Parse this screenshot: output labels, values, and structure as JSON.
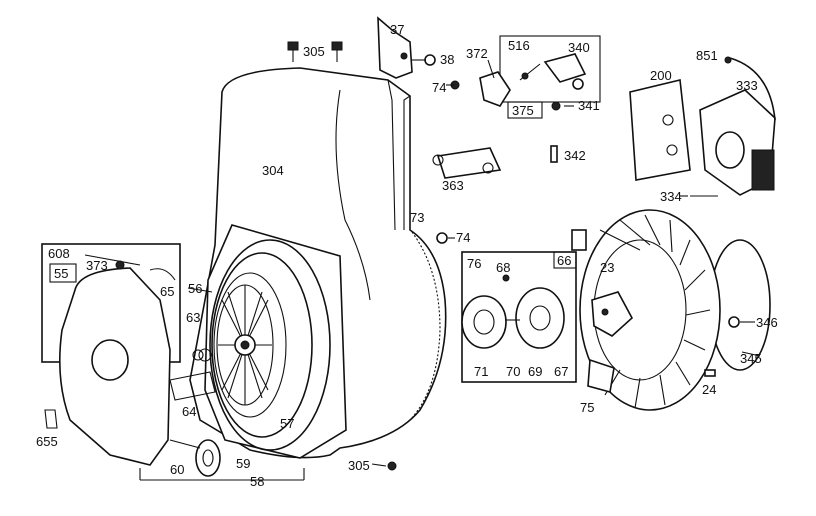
{
  "labels": {
    "l37": "37",
    "l305a": "305",
    "l38": "38",
    "l372": "372",
    "l516": "516",
    "l340": "340",
    "l74a": "74",
    "l375": "375",
    "l341": "341",
    "l851": "851",
    "l200": "200",
    "l333": "333",
    "l304": "304",
    "l342": "342",
    "l363": "363",
    "l334": "334",
    "l73": "73",
    "l74b": "74",
    "l608": "608",
    "l55": "55",
    "l373": "373",
    "l65": "65",
    "l56": "56",
    "l63": "63",
    "l76": "76",
    "l68": "68",
    "l66": "66",
    "l23": "23",
    "l346": "346",
    "l345": "345",
    "l71": "71",
    "l70": "70",
    "l69": "69",
    "l67": "67",
    "l75": "75",
    "l24": "24",
    "l64": "64",
    "l57": "57",
    "l655": "655",
    "l60": "60",
    "l59": "59",
    "l58": "58",
    "l305b": "305"
  }
}
